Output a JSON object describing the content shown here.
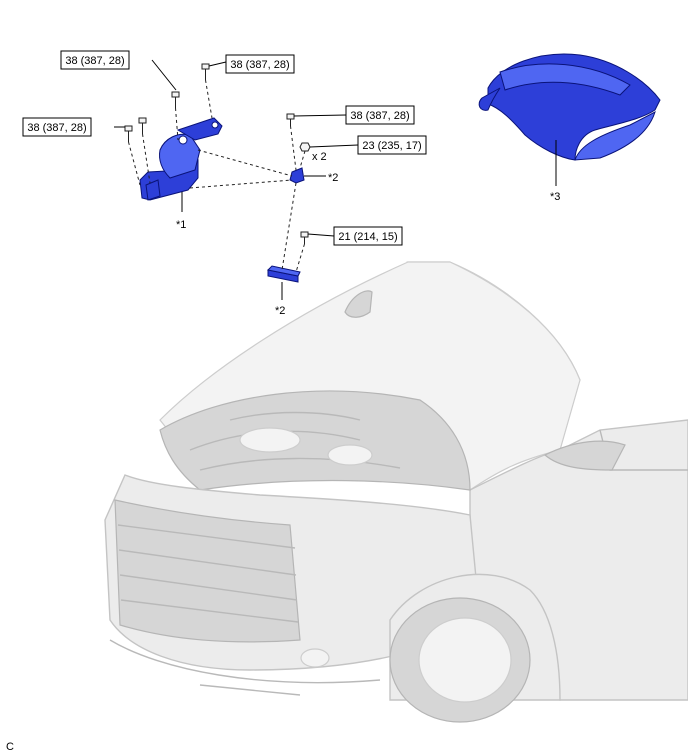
{
  "torque_labels": [
    {
      "id": "t1",
      "text": "38 (387, 28)"
    },
    {
      "id": "t2",
      "text": "38 (387, 28)"
    },
    {
      "id": "t3",
      "text": "38 (387, 28)"
    },
    {
      "id": "t4",
      "text": "38 (387, 28)"
    },
    {
      "id": "t5",
      "text": "23 (235, 17)"
    },
    {
      "id": "t6",
      "text": "21 (214, 15)"
    }
  ],
  "part_callouts": {
    "part1": "*1",
    "part2_upper": "*2",
    "part2_lower": "*2",
    "part3": "*3"
  },
  "quantity_note": "x 2",
  "corner_code": "C",
  "colors": {
    "part_blue": "#2d3fd8",
    "part_blue_light": "#4f66f2",
    "car_line": "#b9b9b9"
  }
}
